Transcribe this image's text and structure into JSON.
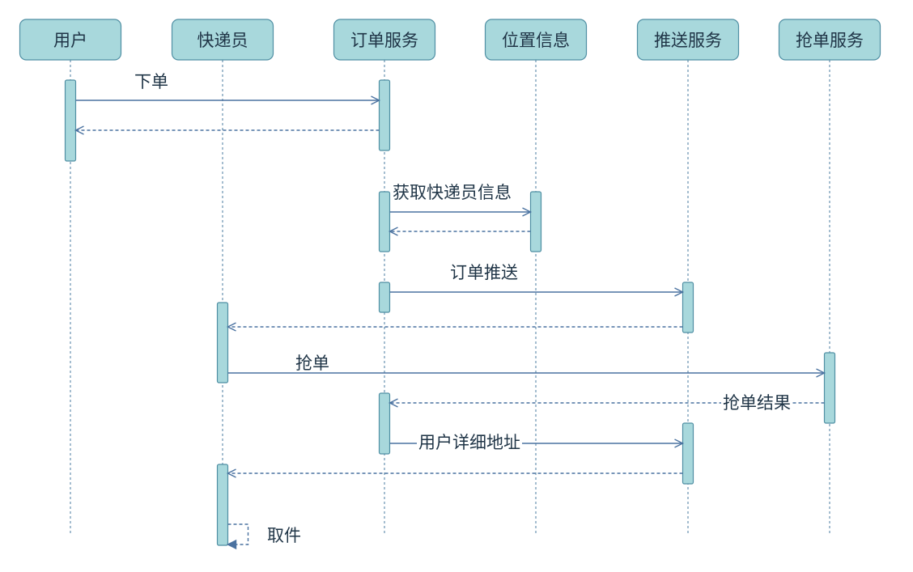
{
  "actors": [
    {
      "id": "user",
      "label": "用户"
    },
    {
      "id": "courier",
      "label": "快递员"
    },
    {
      "id": "order",
      "label": "订单服务"
    },
    {
      "id": "location",
      "label": "位置信息"
    },
    {
      "id": "push",
      "label": "推送服务"
    },
    {
      "id": "grab",
      "label": "抢单服务"
    }
  ],
  "messages": [
    {
      "from": "user",
      "to": "order",
      "label": "下单",
      "type": "sync"
    },
    {
      "from": "order",
      "to": "user",
      "label": "",
      "type": "return"
    },
    {
      "from": "order",
      "to": "location",
      "label": "获取快递员信息",
      "type": "sync"
    },
    {
      "from": "location",
      "to": "order",
      "label": "",
      "type": "return"
    },
    {
      "from": "order",
      "to": "push",
      "label": "订单推送",
      "type": "sync"
    },
    {
      "from": "push",
      "to": "courier",
      "label": "",
      "type": "return"
    },
    {
      "from": "courier",
      "to": "grab",
      "label": "抢单",
      "type": "sync"
    },
    {
      "from": "grab",
      "to": "order",
      "label": "抢单结果",
      "type": "return"
    },
    {
      "from": "order",
      "to": "push",
      "label": "用户详细地址",
      "type": "sync"
    },
    {
      "from": "push",
      "to": "courier",
      "label": "",
      "type": "return"
    },
    {
      "from": "courier",
      "to": "courier",
      "label": "取件",
      "type": "self"
    }
  ]
}
